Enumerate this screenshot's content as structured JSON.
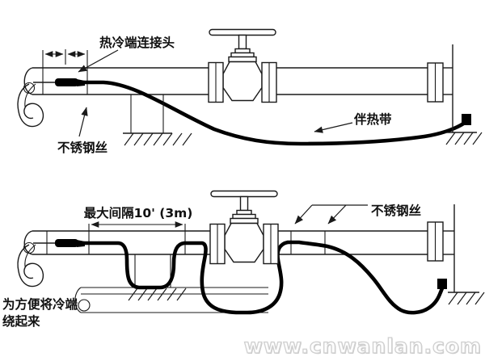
{
  "diagram": {
    "title_hint": "heat-tracing-cable-installation-drawing",
    "top": {
      "connector_label": "热冷端连接头",
      "wire_label": "不锈钢丝",
      "cable_label": "伴热带"
    },
    "bottom": {
      "spacing_label": "最大间隔10' (3m)",
      "wire_label": "不锈钢丝",
      "coil_note_line1": "为方便将冷端",
      "coil_note_line2": "绕起来"
    },
    "watermark": "www.cnwanlan.com",
    "colors": {
      "line": "#1a1a1a",
      "cable": "#000000",
      "watermark_outline": "#cfcfcf",
      "background": "#ffffff"
    }
  }
}
